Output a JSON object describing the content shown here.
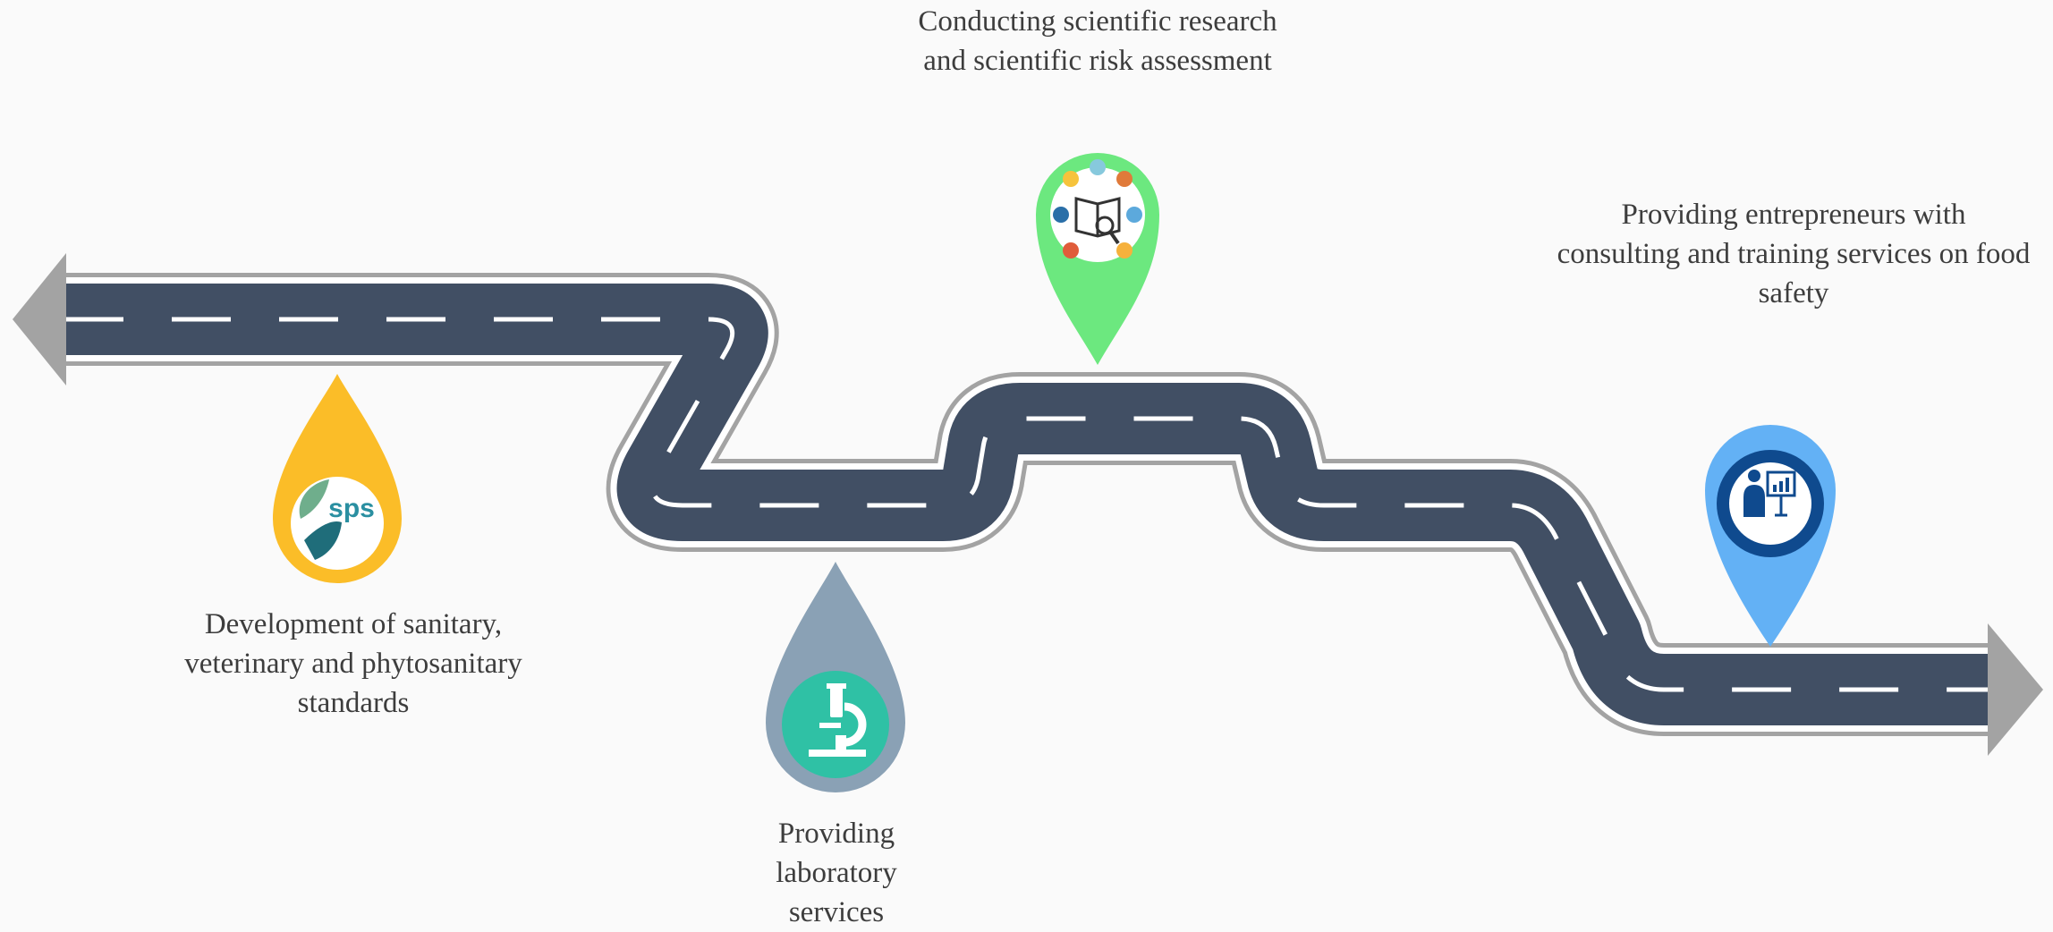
{
  "steps": [
    {
      "text": "Development of sanitary, veterinary and phytosanitary standards",
      "icon": "sps-logo-icon",
      "marker_color": "#fbbd28",
      "logo_text": "sps"
    },
    {
      "text": "Providing laboratory services",
      "icon": "microscope-icon",
      "marker_color": "#8aa1b5"
    },
    {
      "text": "Conducting scientific research and scientific risk assessment",
      "icon": "book-magnifier-icon",
      "marker_color": "#6ce87f"
    },
    {
      "text": "Providing entrepreneurs with consulting and training services on food safety",
      "icon": "presenter-icon",
      "marker_color": "#63b1f5"
    }
  ],
  "colors": {
    "road": "#414f64",
    "road_border": "#a3a3a3",
    "road_gap": "#ffffff",
    "arrow": "#a3a3a3",
    "text": "#3d3d3d",
    "background": "#fafafa"
  }
}
